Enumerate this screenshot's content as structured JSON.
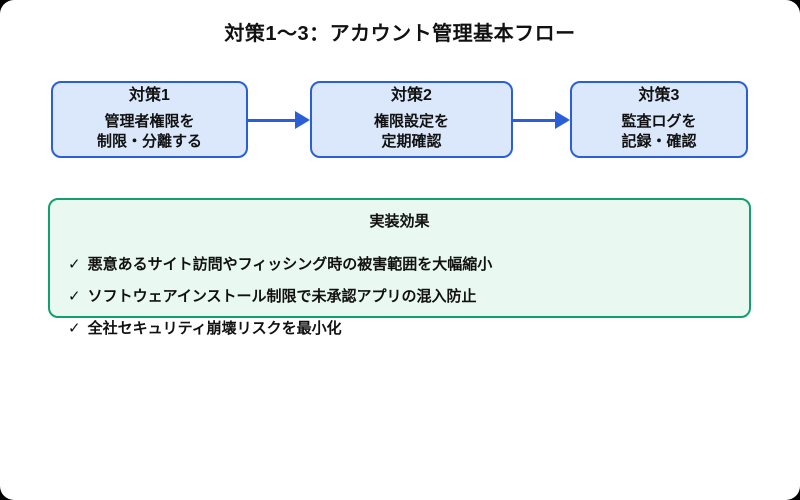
{
  "title": "対策1〜3：アカウント管理基本フロー",
  "flow": {
    "steps": [
      {
        "label": "対策1",
        "line1": "管理者権限を",
        "line2": "制限・分離する"
      },
      {
        "label": "対策2",
        "line1": "権限設定を",
        "line2": "定期確認"
      },
      {
        "label": "対策3",
        "line1": "監査ログを",
        "line2": "記録・確認"
      }
    ]
  },
  "effects": {
    "title": "実装効果",
    "check_symbol": "✓",
    "items": [
      "悪意あるサイト訪問やフィッシング時の被害範囲を大幅縮小",
      "ソフトウェアインストール制限で未承認アプリの混入防止",
      "全社セキュリティ崩壊リスクを最小化"
    ]
  },
  "colors": {
    "step_border": "#2a5fd8",
    "step_fill": "#dbe8fb",
    "arrow": "#2a5fd8",
    "effects_border": "#12a06e",
    "effects_fill": "#e9f8f1",
    "text": "#111111"
  }
}
